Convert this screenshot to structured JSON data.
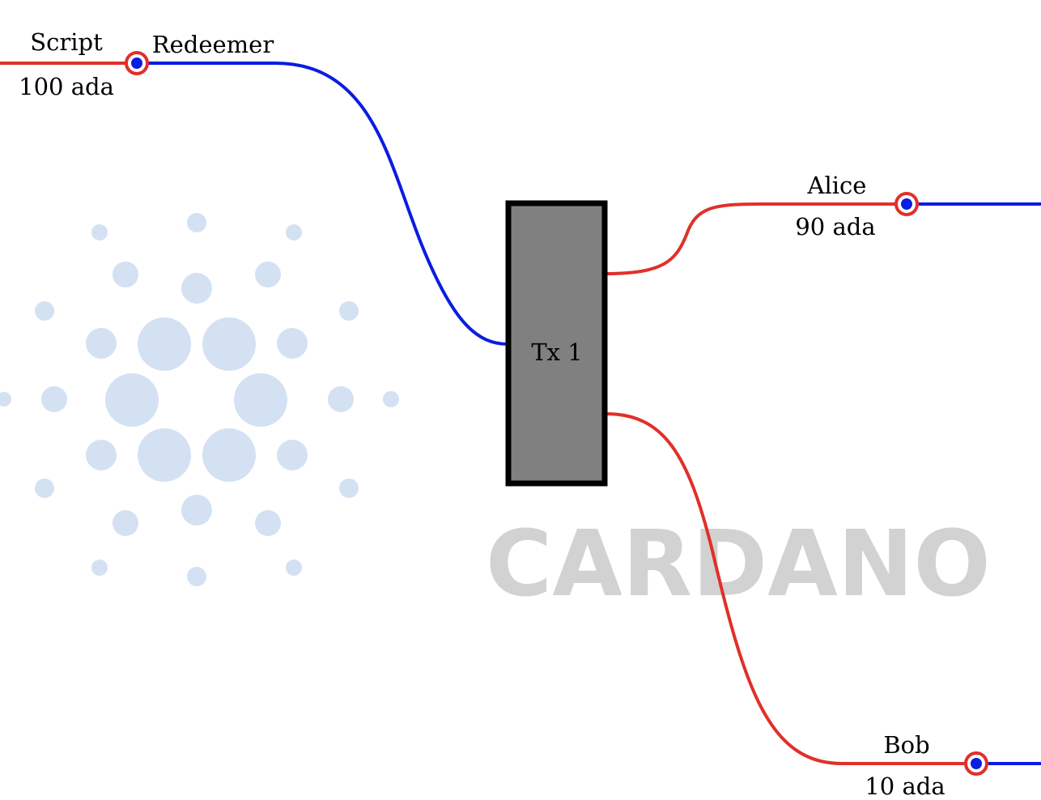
{
  "colors": {
    "input_edge": "#e0302a",
    "redeemer_edge": "#0a1de0",
    "tx_fill": "#808080",
    "tx_stroke": "#000000",
    "logo_dots": "#d4e1f3",
    "watermark": "#d2d2d2"
  },
  "watermark": {
    "text": "CARDANO"
  },
  "script_utxo": {
    "name": "Script",
    "amount": "100 ada",
    "redeemer_label": "Redeemer"
  },
  "transaction": {
    "label": "Tx 1"
  },
  "outputs": [
    {
      "name": "Alice",
      "amount": "90 ada"
    },
    {
      "name": "Bob",
      "amount": "10 ada"
    }
  ]
}
